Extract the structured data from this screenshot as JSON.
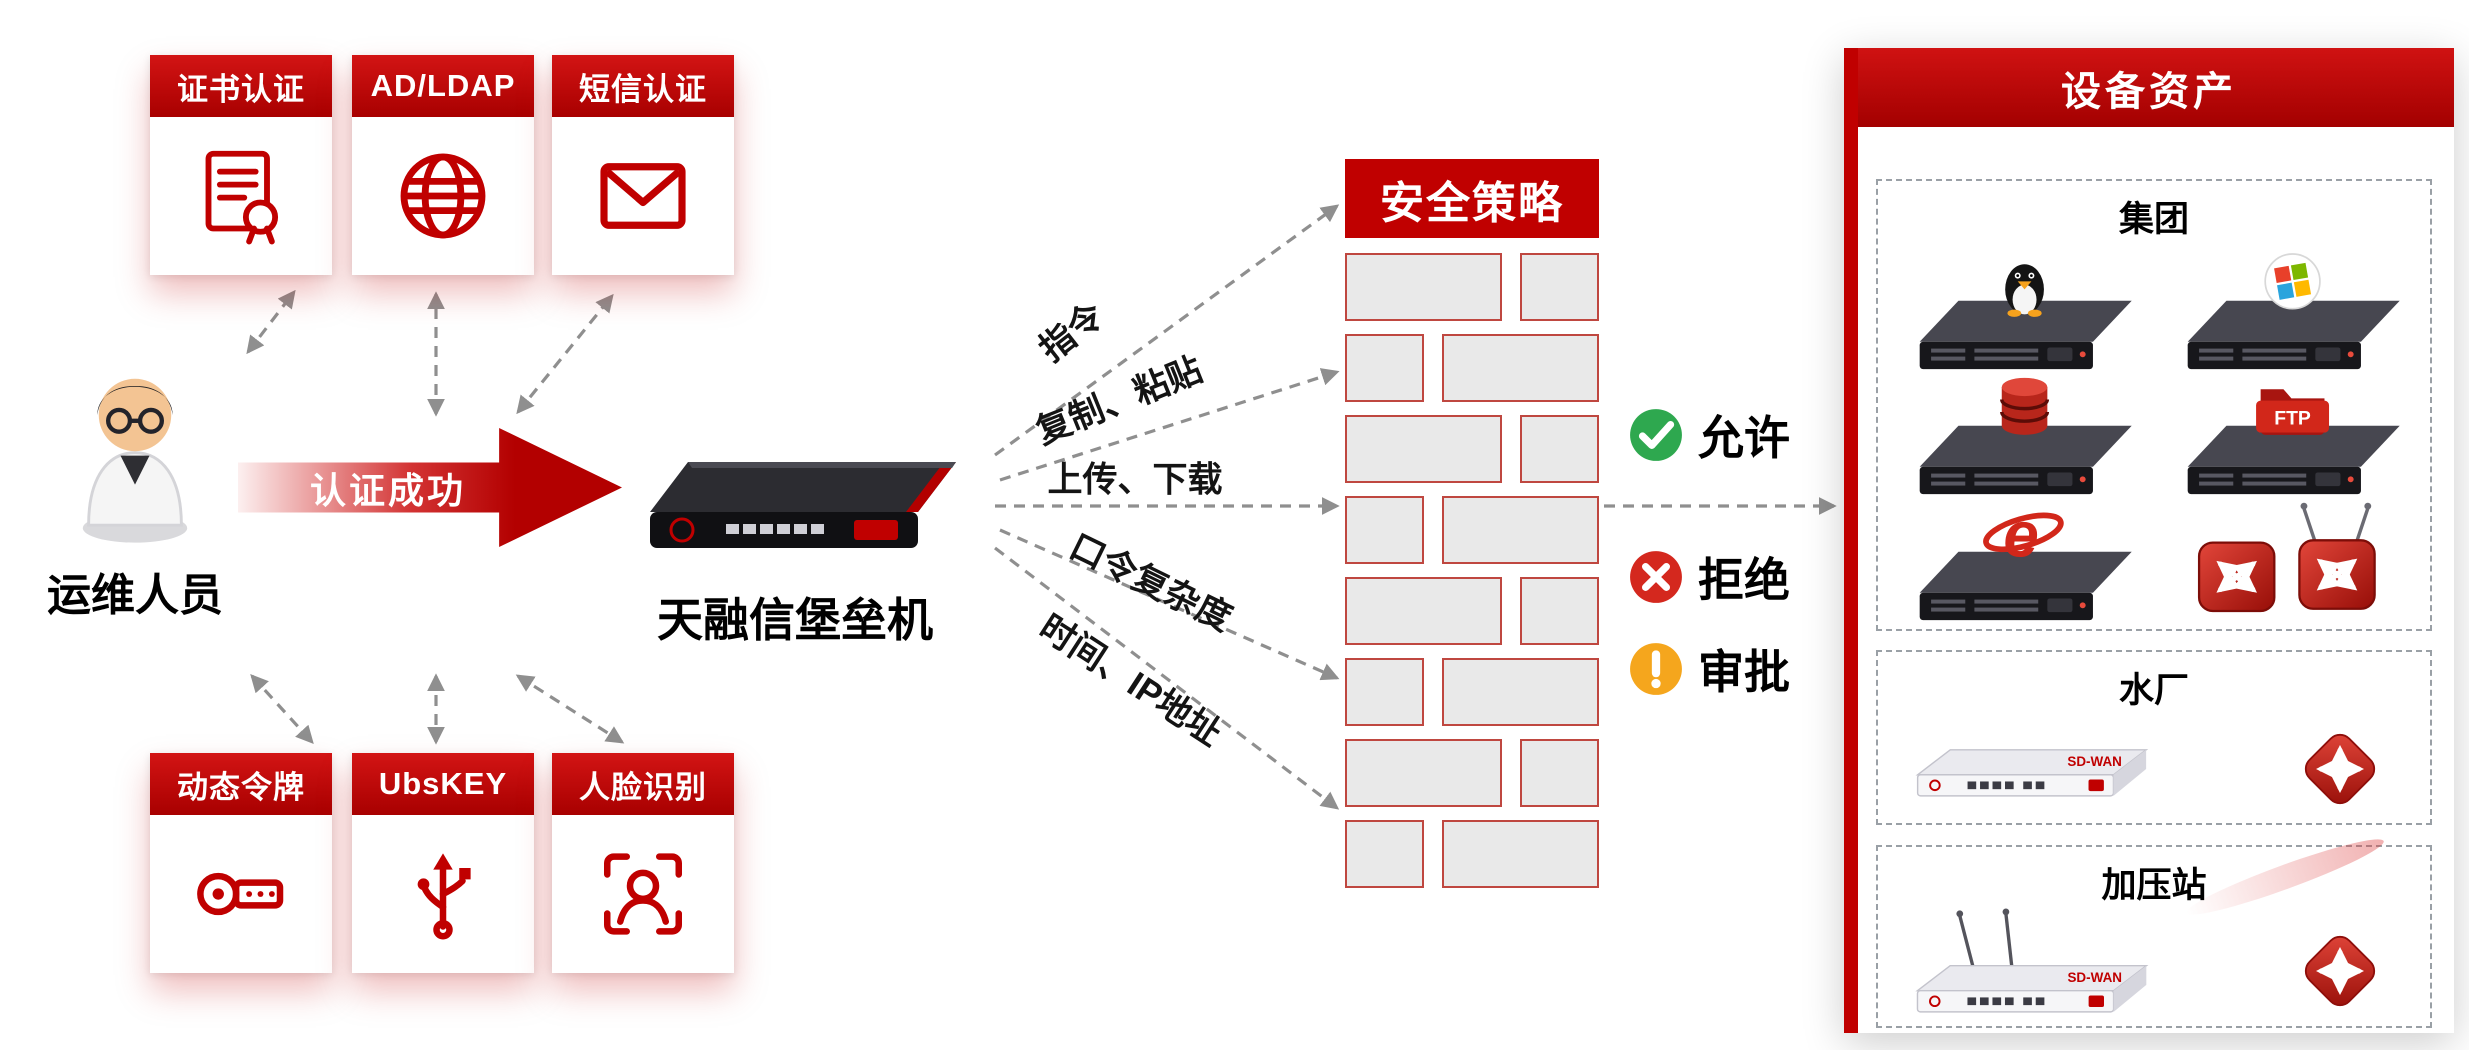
{
  "colors": {
    "brand_red": "#c00000",
    "allow_green": "#2ea84f",
    "deny_red": "#d4281e",
    "approve_orange": "#f5a61d",
    "arrow_gray": "#8f8f8f"
  },
  "person": {
    "label": "运维人员"
  },
  "auth_flow": {
    "arrow_label": "认证成功"
  },
  "bastion": {
    "label": "天融信堡垒机"
  },
  "auth_methods_top": [
    {
      "label": "证书认证",
      "icon": "certificate-icon"
    },
    {
      "label": "AD/LDAP",
      "icon": "globe-icon"
    },
    {
      "label": "短信认证",
      "icon": "mail-icon"
    }
  ],
  "auth_methods_bottom": [
    {
      "label": "动态令牌",
      "icon": "otp-token-icon"
    },
    {
      "label": "UbsKEY",
      "icon": "usb-key-icon"
    },
    {
      "label": "人脸识别",
      "icon": "face-recognition-icon"
    }
  ],
  "policy_channels": [
    {
      "label": "指令"
    },
    {
      "label": "复制、粘贴"
    },
    {
      "label": "上传、下载"
    },
    {
      "label": "口令复杂度"
    },
    {
      "label": "时间、IP地址"
    }
  ],
  "security_wall": {
    "title": "安全策略"
  },
  "decisions": [
    {
      "label": "允许",
      "icon": "allow-check-icon",
      "color": "#2ea84f"
    },
    {
      "label": "拒绝",
      "icon": "deny-cross-icon",
      "color": "#d4281e"
    },
    {
      "label": "审批",
      "icon": "approve-exclaim-icon",
      "color": "#f5a61d"
    }
  ],
  "assets_panel": {
    "title": "设备资产",
    "groups": [
      {
        "label": "集团",
        "devices": [
          {
            "name": "linux-server",
            "icon": "linux-server-icon"
          },
          {
            "name": "windows-server",
            "icon": "windows-server-icon"
          },
          {
            "name": "database-server",
            "icon": "database-server-icon"
          },
          {
            "name": "ftp-server",
            "icon": "ftp-server-icon",
            "badge": "FTP"
          },
          {
            "name": "ie-web-server",
            "icon": "ie-server-icon",
            "badge": "e"
          },
          {
            "name": "routers",
            "icon": "router-cubes-icon"
          }
        ]
      },
      {
        "label": "水厂",
        "devices": [
          {
            "name": "sd-wan-gateway",
            "icon": "sdwan-device-icon",
            "badge": "SD-WAN"
          },
          {
            "name": "firewall",
            "icon": "firewall-diamond-icon"
          }
        ]
      },
      {
        "label": "加压站",
        "devices": [
          {
            "name": "wireless-sd-wan-gateway",
            "icon": "sdwan-wireless-device-icon",
            "badge": "SD-WAN"
          },
          {
            "name": "firewall",
            "icon": "firewall-diamond-icon"
          }
        ]
      }
    ]
  }
}
